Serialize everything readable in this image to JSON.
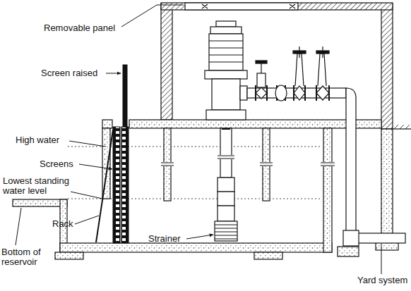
{
  "diagram": {
    "labels": [
      "Removable panel",
      "Screen raised",
      "High water",
      "Screens",
      "Lowest standing water level",
      "Rack",
      "Strainer",
      "Bottom of reservoir",
      "Yard system"
    ]
  }
}
